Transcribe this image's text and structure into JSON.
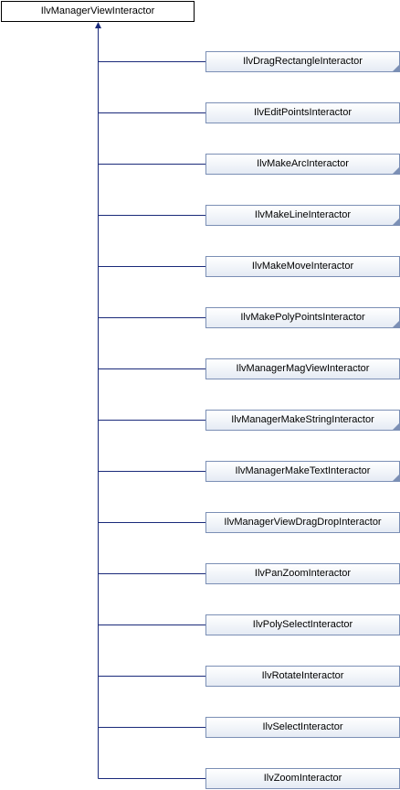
{
  "diagram": {
    "base_class": "IlvManagerViewInteractor",
    "derived_classes": [
      {
        "name": "IlvDragRectangleInteractor",
        "has_children": true
      },
      {
        "name": "IlvEditPointsInteractor",
        "has_children": false
      },
      {
        "name": "IlvMakeArcInteractor",
        "has_children": true
      },
      {
        "name": "IlvMakeLineInteractor",
        "has_children": true
      },
      {
        "name": "IlvMakeMoveInteractor",
        "has_children": false
      },
      {
        "name": "IlvMakePolyPointsInteractor",
        "has_children": true
      },
      {
        "name": "IlvManagerMagViewInteractor",
        "has_children": false
      },
      {
        "name": "IlvManagerMakeStringInteractor",
        "has_children": true
      },
      {
        "name": "IlvManagerMakeTextInteractor",
        "has_children": true
      },
      {
        "name": "IlvManagerViewDragDropInteractor",
        "has_children": false
      },
      {
        "name": "IlvPanZoomInteractor",
        "has_children": false
      },
      {
        "name": "IlvPolySelectInteractor",
        "has_children": false
      },
      {
        "name": "IlvRotateInteractor",
        "has_children": false
      },
      {
        "name": "IlvSelectInteractor",
        "has_children": false
      },
      {
        "name": "IlvZoomInteractor",
        "has_children": false
      }
    ],
    "colors": {
      "edge": "#1a2a7a",
      "node_border": "#7b8fb5"
    }
  }
}
